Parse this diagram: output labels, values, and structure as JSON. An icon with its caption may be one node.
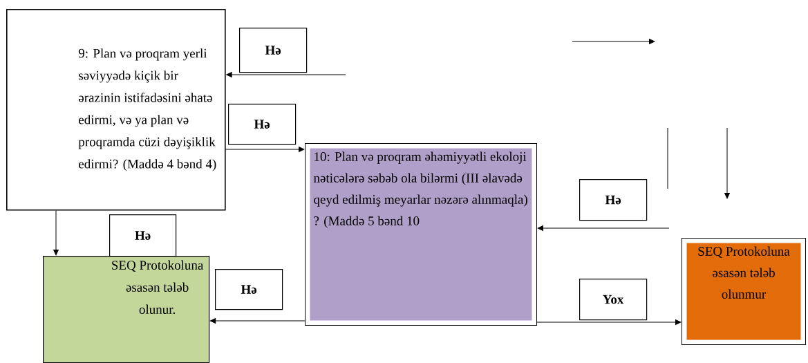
{
  "diagram": {
    "nodes": [
      {
        "text": [
          "9: Plan və proqram yerli səviyyədə kiçik bir ərazinin istifadəsini əhatə edirmi, və ya plan və proqramda cüzi dəyişiklik edirmi? (Maddə 4 bənd 4)"
        ]
      },
      {
        "text": [
          "10:  Plan və proqram əhəmiyyətli  ekoloji nəticələrə səbəb ola bilərmi (III əlavədə qeyd edilmiş meyarlar nəzərə alınmaqla) ? (Maddə 5 bənd 10"
        ]
      },
      {
        "text": [
          "SEQ Protokoluna əsasən tələb olunur."
        ]
      },
      {
        "text": [
          "SEQ Protokoluna əsasən tələb olunmur"
        ]
      },
      {
        "text": [
          "Hə"
        ]
      },
      {
        "text": [
          "Hə"
        ]
      },
      {
        "text": [
          "Hə"
        ]
      },
      {
        "text": [
          "Hə"
        ]
      },
      {
        "text": [
          "Hə"
        ]
      },
      {
        "text": [
          "Yox"
        ]
      }
    ],
    "edges": [
      {
        "from": 0,
        "to": 1,
        "arrow": "to"
      },
      {
        "from": 0,
        "to": 2,
        "arrow": "to"
      },
      {
        "from": 1,
        "to": 2,
        "arrow": "to"
      },
      {
        "from": 1,
        "to": 3,
        "arrow": "to"
      },
      {
        "from": null,
        "to": 0,
        "arrow": "to"
      },
      {
        "from": null,
        "to": 1,
        "arrow": "to"
      }
    ]
  }
}
